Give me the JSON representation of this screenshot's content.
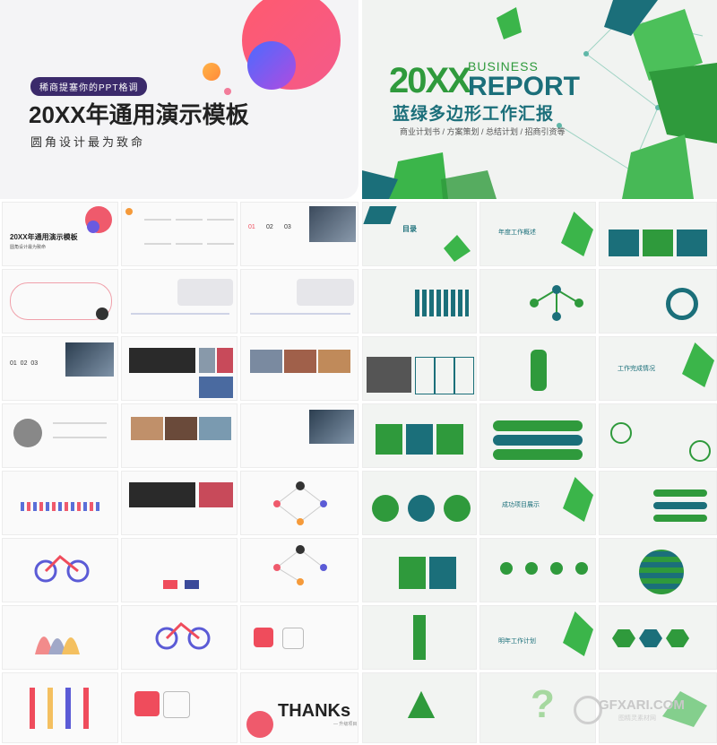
{
  "hero_left": {
    "tag": "稀商提塞你的PPT格调",
    "title": "20XX年通用演示模板",
    "subtitle": "圆角设计最为致命"
  },
  "hero_right": {
    "year": "20XX",
    "business": "BUSINESS",
    "report": "REPORT",
    "title_cn": "蓝绿多边形工作汇报",
    "subtitle_cn": "商业计划书 / 方案策划 / 总结计划 / 招商引资等"
  },
  "thumbs_left": {
    "t1_title": "20XX年通用演示模板",
    "t1_sub": "圆角设计最为致命",
    "nums": [
      "01",
      "02",
      "03"
    ],
    "thanks": "THANKs",
    "thanks_sub": "— 升级项目"
  },
  "thumbs_right": {
    "toc": "目录",
    "section_01": "年度工作概述",
    "section_02": "工作完成情况",
    "section_03": "成功项目展示",
    "section_04": "明年工作计划"
  },
  "watermark": {
    "brand": "GFXARI.COM",
    "sub": "图精灵素材网"
  },
  "colors": {
    "green": "#2f9a3c",
    "teal": "#1b6f7a",
    "red": "#ef4c5c",
    "purple": "#3b2a6b"
  }
}
